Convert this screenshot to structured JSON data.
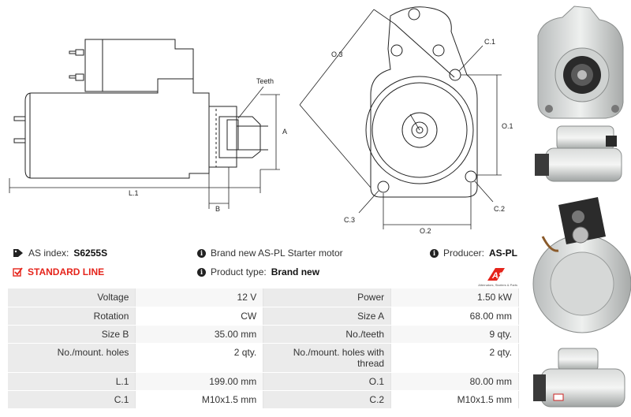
{
  "drawing": {
    "side_labels": {
      "teeth": "Teeth",
      "a": "A",
      "l1": "L.1",
      "b": "B"
    },
    "front_labels": {
      "o3": "O.3",
      "c1_top": "C.1",
      "o1": "O.1",
      "o2": "O.2",
      "c3": "C.3",
      "c2": "C.2"
    }
  },
  "info": {
    "as_index_label": "AS index:",
    "as_index_value": "S6255S",
    "standard_line": "STANDARD LINE",
    "description": "Brand new AS-PL Starter motor",
    "product_type_label": "Product type:",
    "product_type_value": "Brand new",
    "producer_label": "Producer:",
    "producer_value": "AS-PL",
    "logo_text": "AS",
    "logo_tagline": "Alternators, Starters & Parts"
  },
  "specs": [
    {
      "k1": "Voltage",
      "v1": "12 V",
      "k2": "Power",
      "v2": "1.50 kW"
    },
    {
      "k1": "Rotation",
      "v1": "CW",
      "k2": "Size A",
      "v2": "68.00 mm"
    },
    {
      "k1": "Size B",
      "v1": "35.00 mm",
      "k2": "No./teeth",
      "v2": "9 qty."
    },
    {
      "k1": "No./mount. holes",
      "v1": "2 qty.",
      "k2": "No./mount. holes with thread",
      "v2": "2 qty."
    },
    {
      "k1": "L.1",
      "v1": "199.00 mm",
      "k2": "O.1",
      "v2": "80.00 mm"
    },
    {
      "k1": "C.1",
      "v1": "M10x1.5 mm",
      "k2": "C.2",
      "v2": "M10x1.5 mm"
    }
  ],
  "colors": {
    "accent_red": "#e5241b",
    "row_label_bg": "#ebebeb"
  },
  "icons": {
    "tag": "tag-icon",
    "info": "info-circle-icon",
    "check": "checkbox-check-icon"
  }
}
